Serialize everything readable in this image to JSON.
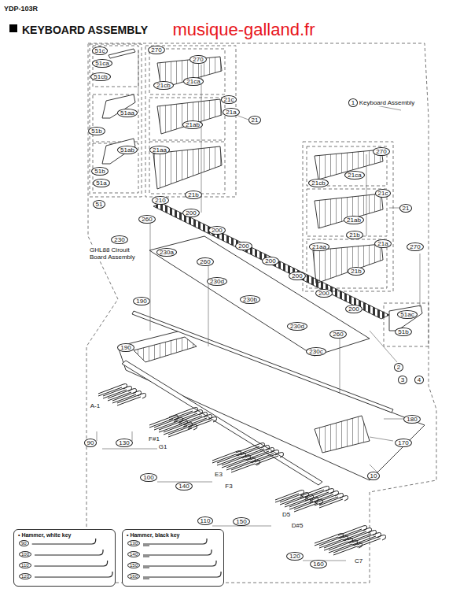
{
  "diagram": {
    "title": "KEYBOARD ASSEMBLY",
    "nodes": [
      {
        "text": [
          "• Hammer, white key",
          "90",
          "100",
          "110",
          "120"
        ]
      },
      {
        "text": [
          "• Hammer, black key",
          "130",
          "140",
          "150",
          "160"
        ]
      }
    ],
    "labels": [
      "YDP-103R",
      "musique-galland.fr",
      "51c",
      "270",
      "270",
      "51ca",
      "51cb",
      "21cb",
      "21ca",
      "1",
      "Keyboard Assembly",
      "21c",
      "21a",
      "21",
      "51aa",
      "21ab",
      "51b",
      "51ab",
      "21aa",
      "21b",
      "270",
      "51b",
      "51a",
      "21ca",
      "21cb",
      "21c",
      "21",
      "51",
      "210",
      "200",
      "260",
      "200",
      "21ab",
      "21b",
      "21aa",
      "21a",
      "270",
      "230",
      "GHL88 Cirouit Board Assembly",
      "230a",
      "200",
      "260",
      "200",
      "21b",
      "200",
      "230d",
      "230b",
      "200",
      "190",
      "200",
      "51ac",
      "51b",
      "230d",
      "260",
      "230c",
      "2",
      "3",
      "4",
      "190",
      "A-1",
      "F#1",
      "G1",
      "180",
      "90",
      "130",
      "170",
      "E3",
      "F3",
      "100",
      "140",
      "10",
      "D5",
      "110",
      "150",
      "D#5",
      "C7",
      "120",
      "160"
    ]
  }
}
